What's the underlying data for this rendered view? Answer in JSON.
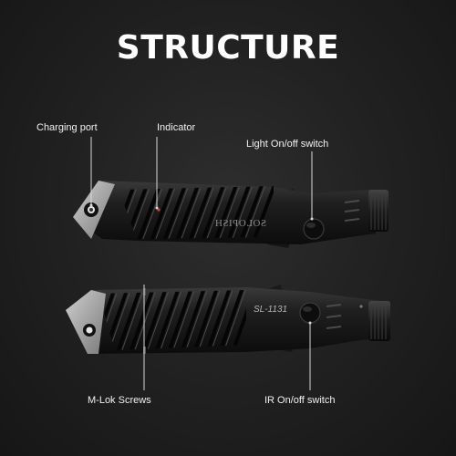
{
  "title": "STRUCTURE",
  "callouts": {
    "charging_port": "Charging port",
    "indicator": "Indicator",
    "light_switch": "Light On/off switch",
    "mlok_screws": "M-Lok Screws",
    "ir_switch": "IR On/off switch"
  },
  "product": {
    "brand": "SOLOPISH",
    "model": "SL-1131"
  },
  "colors": {
    "background": "#222222",
    "body": "#181818",
    "leader_line": "#d8d8d8",
    "text": "#ffffff"
  }
}
